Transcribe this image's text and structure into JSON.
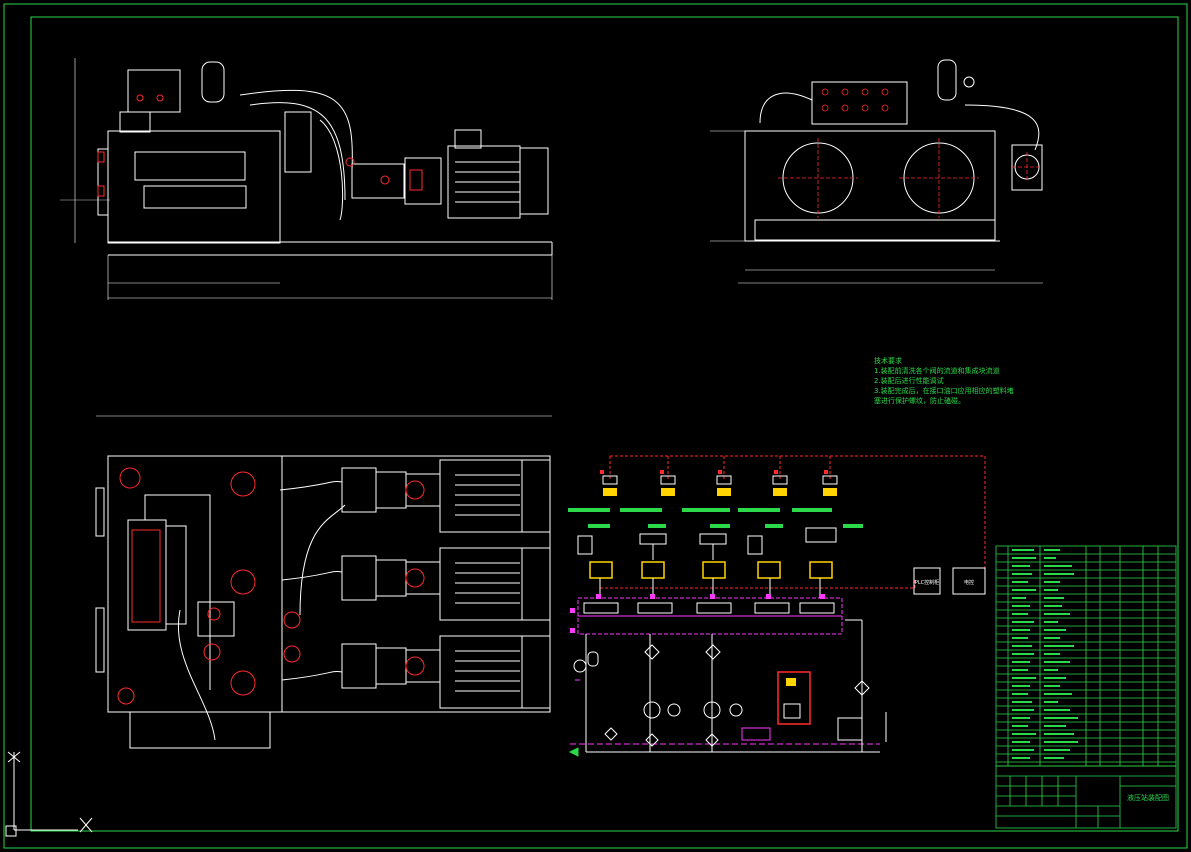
{
  "drawing": {
    "colors": {
      "background": "#000000",
      "frame": "#2bd94a",
      "line": "#ffffff",
      "center": "#ff2a2a",
      "hose": "#e8e8e8",
      "valve_block": "#ffd400",
      "manifold": "#ff39ff",
      "signal": "#ff2a2a",
      "bar": "#2bd94a"
    },
    "technical_requirements": {
      "heading": "技术要求",
      "items": [
        "1.装配前清洗各个阀的流道和集成块流道",
        "2.装配后进行性能调试",
        "3.装配完成后，在接口油口应用相应的塑料堵",
        "  塞进行保护螺纹，防止磕碰。"
      ]
    },
    "title_block": {
      "title": "液压站装配图"
    },
    "control_boxes": [
      "PLC控制柜",
      "电控"
    ]
  }
}
